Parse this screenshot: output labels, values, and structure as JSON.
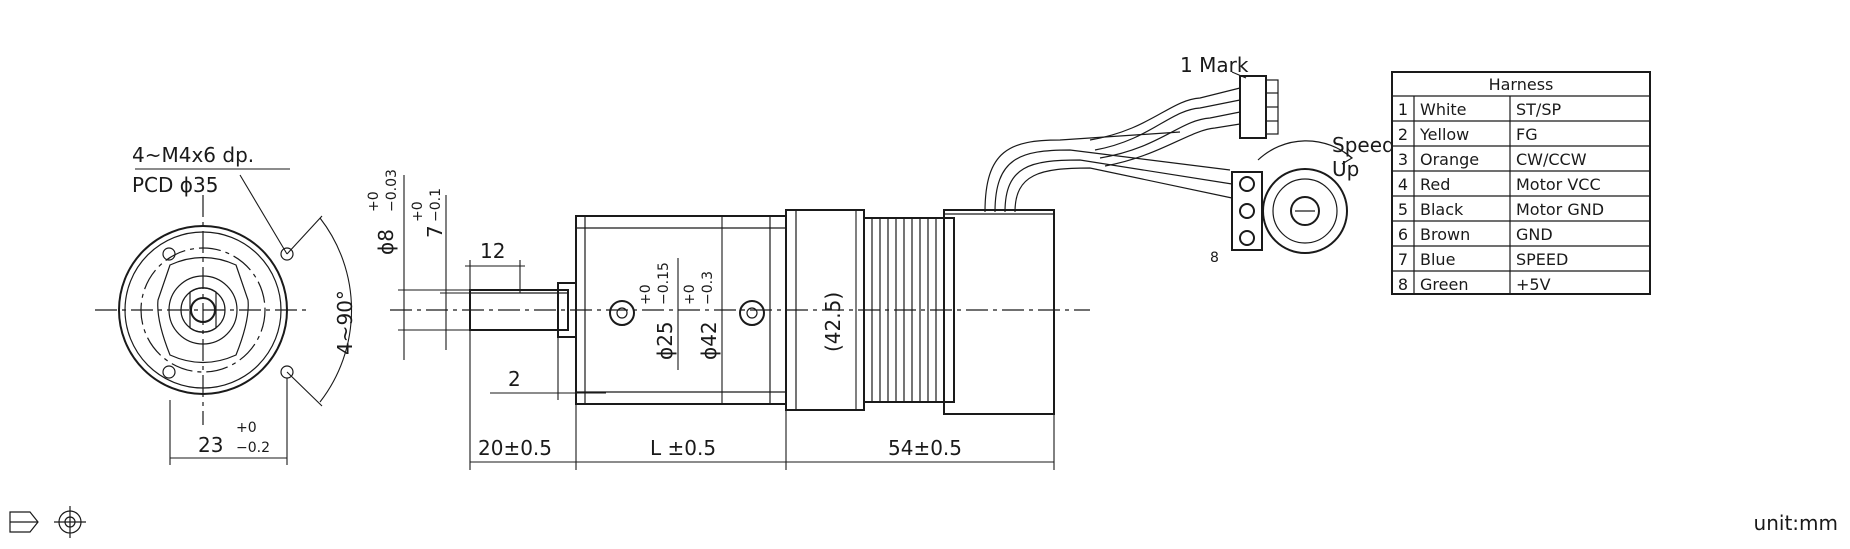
{
  "colors": {
    "ink": "#1a1a1a",
    "background": "#ffffff"
  },
  "front_view": {
    "thread_note": "4~M4x6  dp.",
    "pcd_note": "PCD  ϕ35",
    "angle_label": "4~90°",
    "width_main": "23",
    "width_tol_upper": "+0",
    "width_tol_lower": "−0.2"
  },
  "side_view": {
    "shaft_dia_main": "ϕ8",
    "shaft_dia_tol_upper": "+0",
    "shaft_dia_tol_lower": "−0.03",
    "flat_main": "7",
    "flat_tol_upper": "+0",
    "flat_tol_lower": "−0.1",
    "flat_length": "12",
    "step_length": "2",
    "shaft_length": "20±0.5",
    "pilot_dia_main": "ϕ25",
    "pilot_dia_tol_upper": "+0",
    "pilot_dia_tol_lower": "−0.15",
    "gear_dia_main": "ϕ42",
    "gear_dia_tol_upper": "+0",
    "gear_dia_tol_lower": "−0.3",
    "motor_dia": "(42.5)",
    "gear_length": "L ±0.5",
    "motor_length": "54±0.5"
  },
  "connector": {
    "pin1_label": "1 Mark",
    "pin8_label": "8",
    "speed_label_line1": "Speed",
    "speed_label_line2": "Up"
  },
  "harness": {
    "title": "Harness",
    "rows": [
      {
        "pin": "1",
        "color": "White",
        "signal": "ST/SP"
      },
      {
        "pin": "2",
        "color": "Yellow",
        "signal": "FG"
      },
      {
        "pin": "3",
        "color": "Orange",
        "signal": "CW/CCW"
      },
      {
        "pin": "4",
        "color": "Red",
        "signal": "Motor VCC"
      },
      {
        "pin": "5",
        "color": "Black",
        "signal": "Motor GND"
      },
      {
        "pin": "6",
        "color": "Brown",
        "signal": "GND"
      },
      {
        "pin": "7",
        "color": "Blue",
        "signal": "SPEED"
      },
      {
        "pin": "8",
        "color": "Green",
        "signal": "+5V"
      }
    ]
  },
  "footer": {
    "projection_symbol": "projection-symbol",
    "unit_label": "unit:mm"
  }
}
